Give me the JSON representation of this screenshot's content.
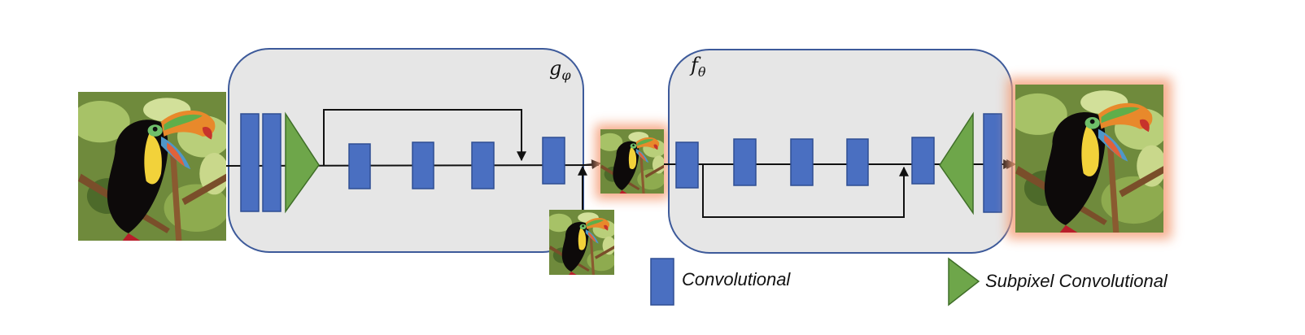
{
  "encoder": {
    "name": "g",
    "subscript": "φ"
  },
  "decoder": {
    "name": "f",
    "subscript": "θ"
  },
  "legend": {
    "conv_label": "Convolutional",
    "subpixel_label": "Subpixel Convolutional"
  },
  "colors": {
    "conv_block": "#4a6fc1",
    "conv_stroke": "#2f4f93",
    "subpixel_block": "#6ea64a",
    "subpixel_stroke": "#3f6e28",
    "module_fill": "#e6e6e6",
    "module_stroke": "#3d5a9a",
    "line": "#111111",
    "glow": "#f4a07a"
  },
  "images": {
    "input": "toucan-photo-input",
    "latent_quantized": "toucan-photo-latent",
    "latent_small": "toucan-photo-downscaled",
    "output": "toucan-photo-output"
  }
}
